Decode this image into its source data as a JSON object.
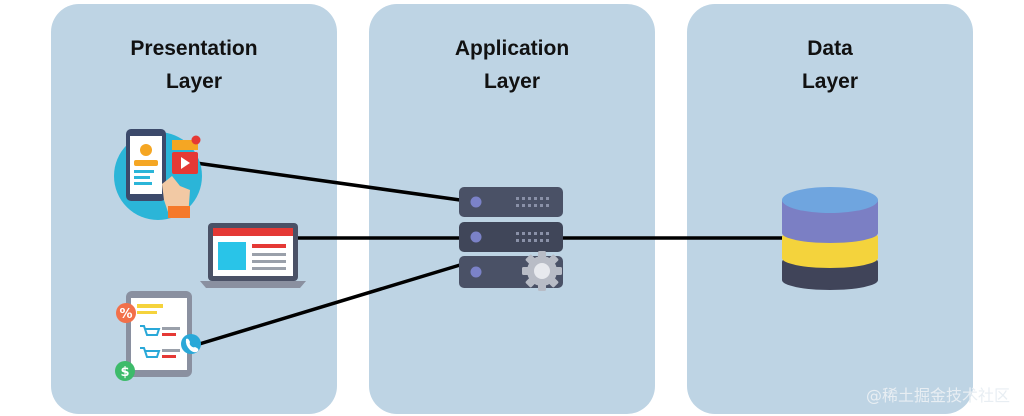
{
  "layers": [
    {
      "line1": "Presentation",
      "line2": "Layer"
    },
    {
      "line1": "Application",
      "line2": "Layer"
    },
    {
      "line1": "Data",
      "line2": "Layer"
    }
  ],
  "icons": {
    "mobile": "mobile-app-icon",
    "laptop": "laptop-icon",
    "tablet": "tablet-shop-icon",
    "server": "server-stack-icon",
    "database": "database-icon"
  },
  "colors": {
    "panel": "#bed4e4",
    "server": "#4a5166",
    "db_top": "#7b93cf",
    "db_mid": "#f4d33c",
    "db_bottom": "#404459"
  },
  "badges": {
    "percent": "%",
    "dollar": "$"
  },
  "watermark": "@稀土掘金技术社区"
}
